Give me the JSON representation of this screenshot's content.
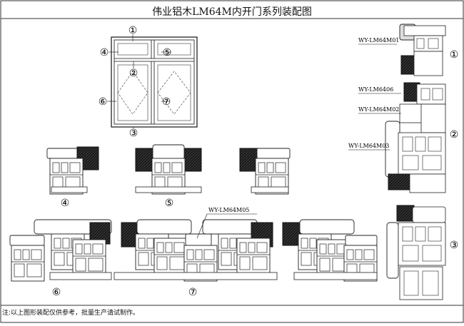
{
  "title": "伟业铝木LM64M内开门系列装配图",
  "note": "注:以上图形装配仅供参考，批量生产请试制作。",
  "callouts": {
    "c1": "①",
    "c2": "②",
    "c3": "③",
    "c4": "④",
    "c5": "⑤",
    "c6": "⑥",
    "c7": "⑦"
  },
  "labels": {
    "m01": "WY-LM64M01",
    "m06": "WY-LM6406",
    "m02": "WY-LM64M02",
    "m03": "WY-LM64M03",
    "m05": "WY-LM64M05"
  }
}
